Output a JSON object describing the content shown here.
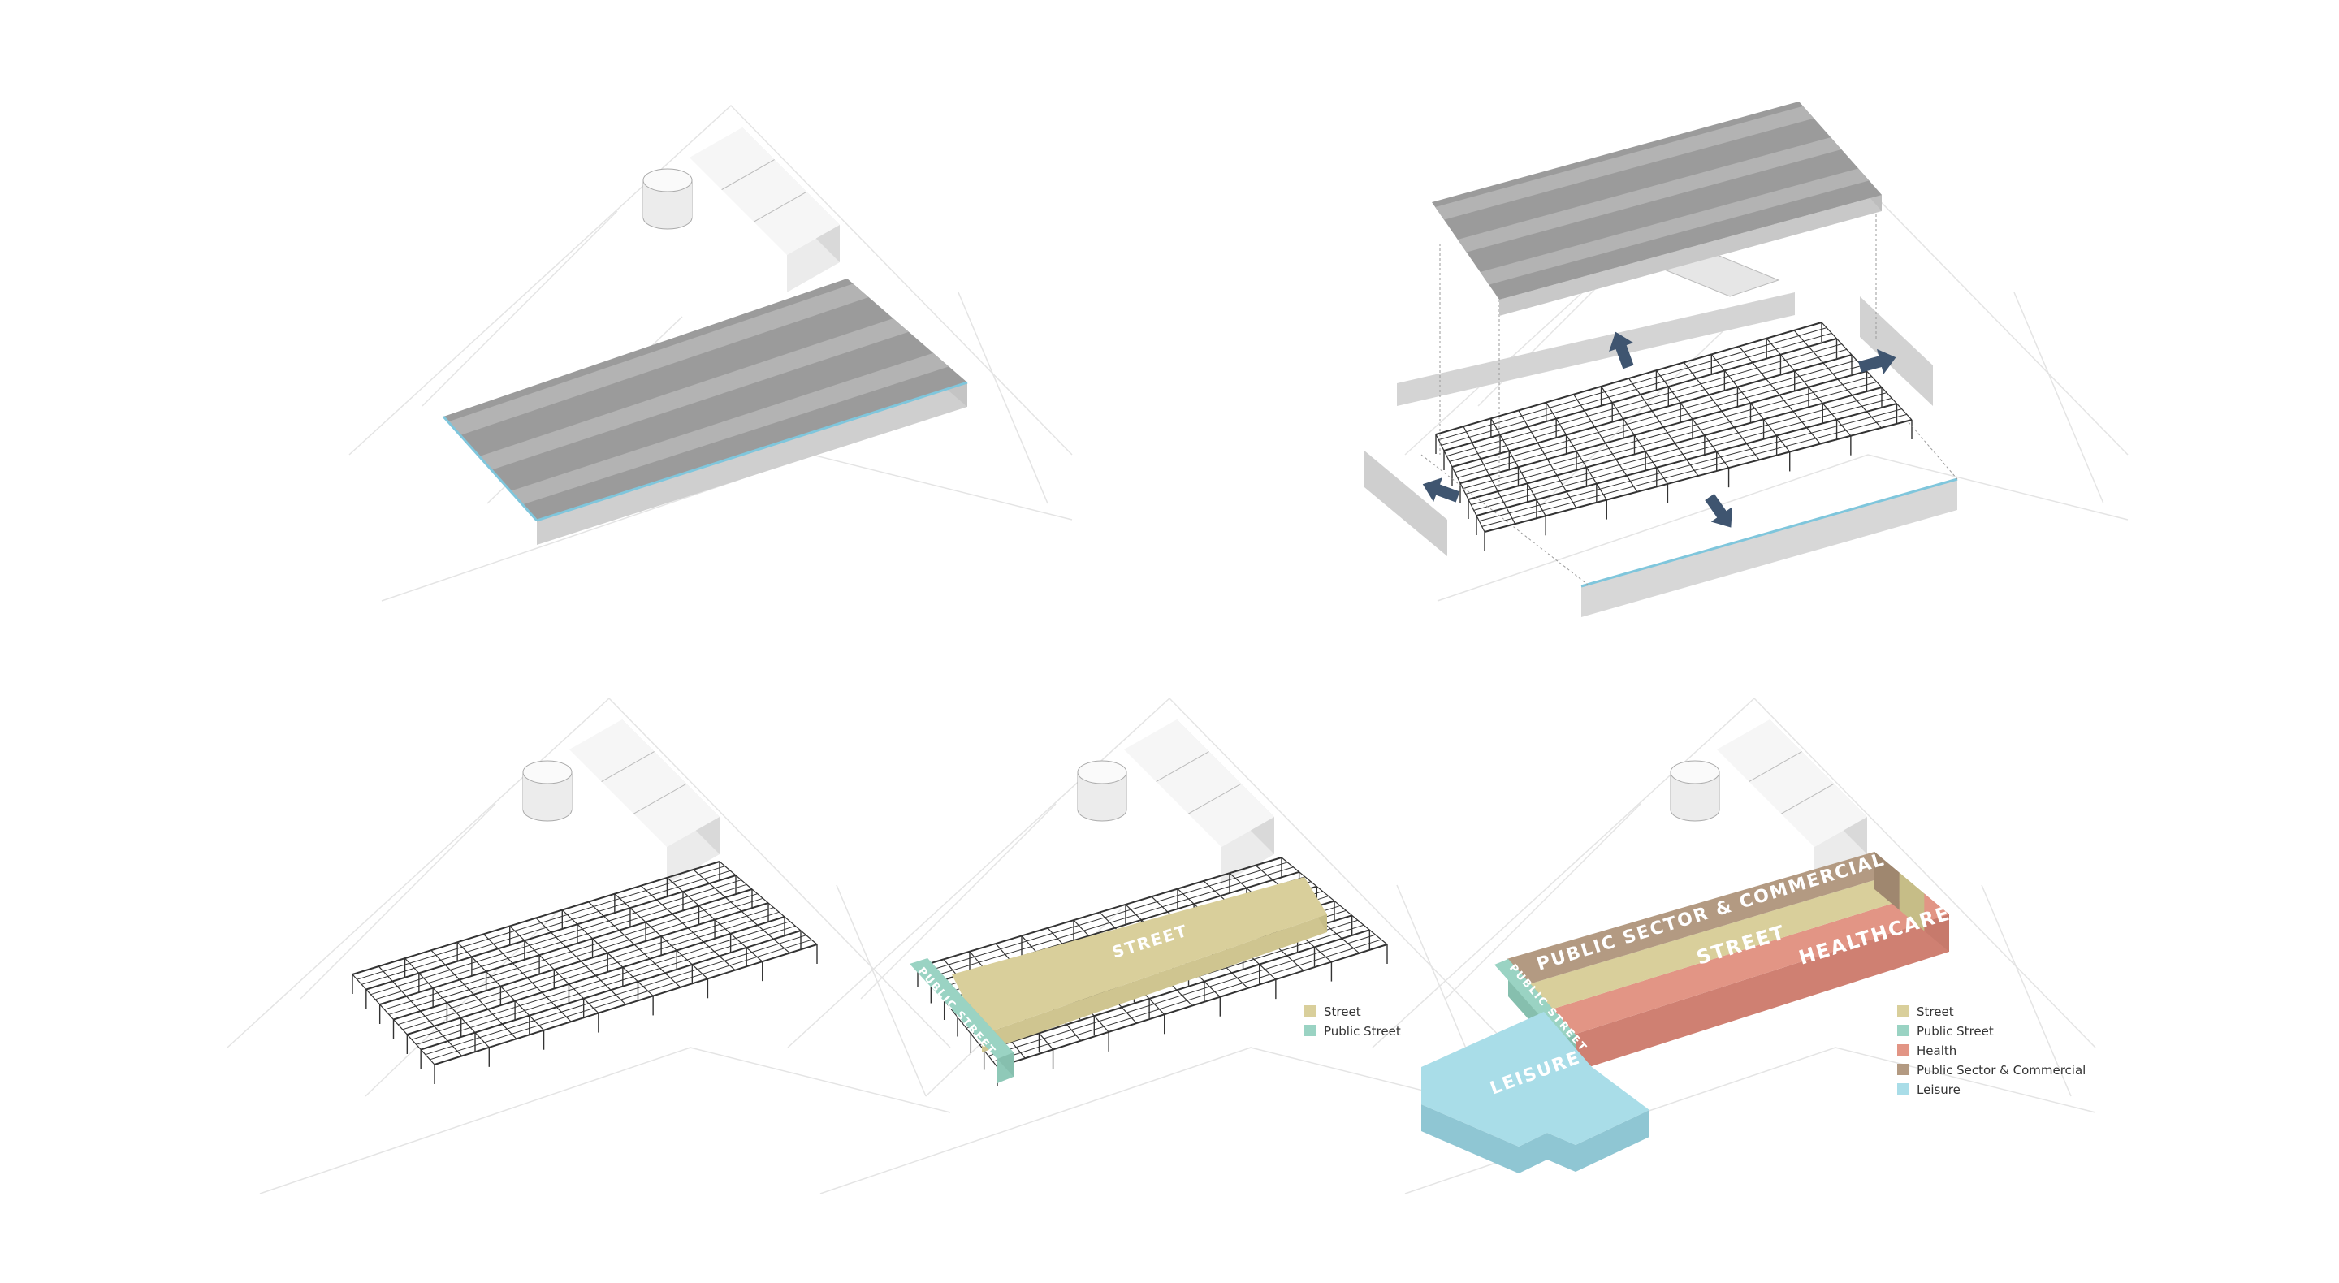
{
  "colors": {
    "street": "#d9cf9b",
    "public_street": "#9ad3c3",
    "health": "#e29585",
    "public_sector_commercial": "#b39a82",
    "leisure": "#a9dde8",
    "roof": "#9b9b9b",
    "arrow": "#3f5570",
    "glazing": "#7fc6dc"
  },
  "panel_street": {
    "street_label": "STREET",
    "public_street_label": "PUBLIC STREET",
    "legend": [
      {
        "label": "Street",
        "color": "#d9cf9b"
      },
      {
        "label": "Public Street",
        "color": "#9ad3c3"
      }
    ]
  },
  "panel_program": {
    "public_sector_label": "PUBLIC SECTOR & COMMERCIAL",
    "street_label": "STREET",
    "healthcare_label": "HEALTHCARE",
    "public_street_label": "PUBLIC STREET",
    "leisure_label": "LEISURE",
    "legend": [
      {
        "label": "Street",
        "color": "#d9cf9b"
      },
      {
        "label": "Public Street",
        "color": "#9ad3c3"
      },
      {
        "label": "Health",
        "color": "#e29585"
      },
      {
        "label": "Public Sector & Commercial",
        "color": "#b39a82"
      },
      {
        "label": "Leisure",
        "color": "#a9dde8"
      }
    ]
  }
}
